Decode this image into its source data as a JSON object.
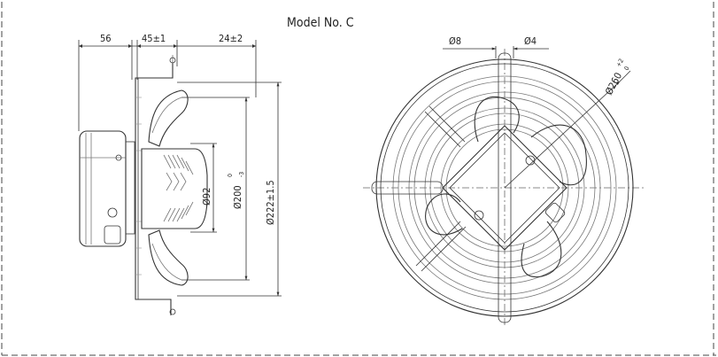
{
  "title": "Model No. C",
  "side_view": {
    "dims_top": [
      "56",
      "45±1",
      "24±2"
    ],
    "dia_hub": "Ø92",
    "dia_blade": "Ø200",
    "dia_blade_tol_upper": "0",
    "dia_blade_tol_lower": "-3",
    "dia_guard": "Ø222±1.5"
  },
  "front_view": {
    "dia_hole": "Ø8",
    "dia_wire": "Ø4",
    "dia_mount": "Ø260",
    "dia_mount_tol_upper": "+2",
    "dia_mount_tol_lower": "0"
  }
}
